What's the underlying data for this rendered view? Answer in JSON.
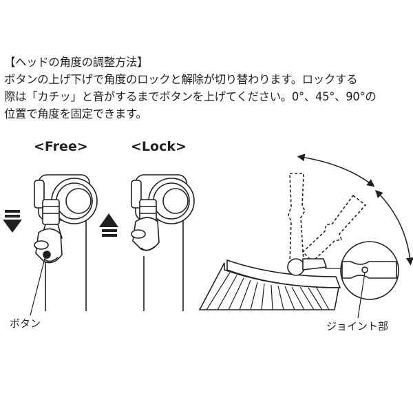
{
  "instructions": {
    "heading": "【ヘッドの角度の調整方法】",
    "line1": "ボタンの上げ下げで角度のロックと解除が切り替わります。ロックする",
    "line2": "際は「カチッ」と音がするまでボタンを上げてください。0°、45°、90°の",
    "line3": "位置で角度を固定できます。"
  },
  "modes": {
    "free_label": "<Free>",
    "lock_label": "<Lock>"
  },
  "callouts": {
    "button": "ボタン",
    "joint": "ジョイント部"
  },
  "icons": {
    "free_arrow": "arrow-down-icon",
    "lock_arrow": "arrow-up-icon"
  },
  "colors": {
    "ink": "#231f20",
    "background": "#ffffff"
  }
}
